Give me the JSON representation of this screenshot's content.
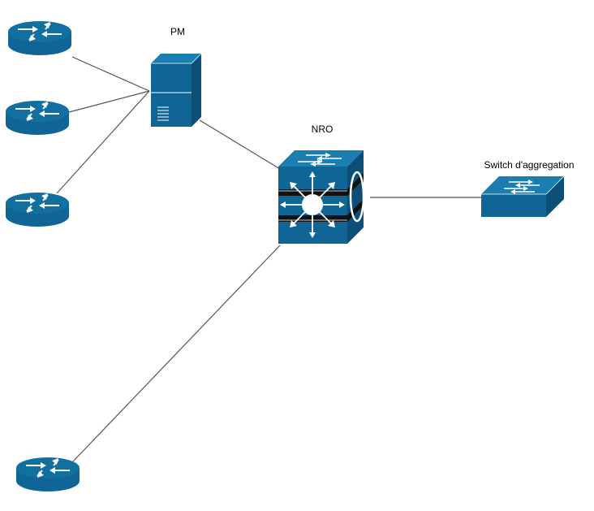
{
  "diagram": {
    "nodes": {
      "pm": {
        "label": "PM",
        "icon": "server-tower-icon"
      },
      "nro": {
        "label": "NRO",
        "icon": "multilayer-switch-icon"
      },
      "switch": {
        "label": "Switch d'aggregation",
        "icon": "workgroup-switch-icon"
      },
      "router_1": {
        "icon": "router-icon"
      },
      "router_2": {
        "icon": "router-icon"
      },
      "router_3": {
        "icon": "router-icon"
      },
      "router_4": {
        "icon": "router-icon"
      }
    },
    "links": [
      {
        "from": "router_1",
        "to": "pm"
      },
      {
        "from": "router_2",
        "to": "pm"
      },
      {
        "from": "router_3",
        "to": "pm"
      },
      {
        "from": "pm",
        "to": "nro"
      },
      {
        "from": "nro",
        "to": "switch"
      },
      {
        "from": "router_4",
        "to": "nro"
      }
    ],
    "colors": {
      "device": "#0f6595",
      "device_dark": "#0b4f78",
      "line": "#555555",
      "arrow": "#ffffff"
    }
  }
}
